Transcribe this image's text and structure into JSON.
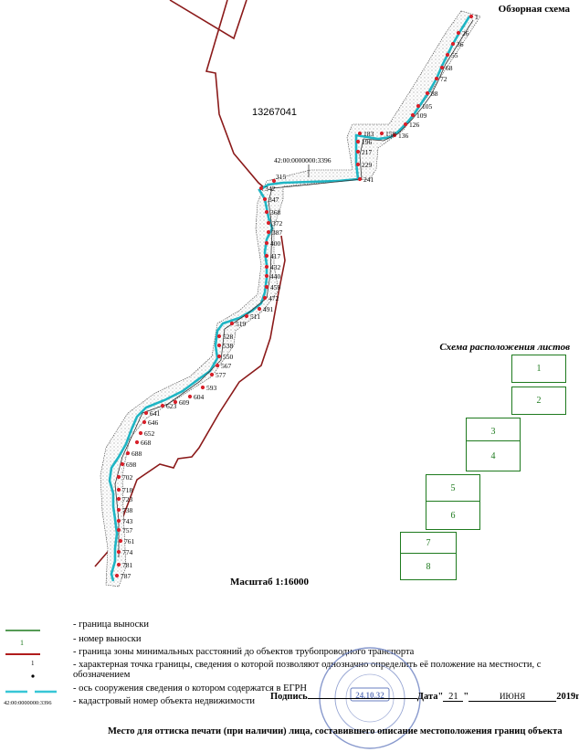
{
  "map_title": "Обзорная схема",
  "parcel_number": "13267041",
  "cadastral_label": "42:00:0000000:3396",
  "scale_label": "Масштаб 1:16000",
  "point_labels": [
    "1",
    "26",
    "36",
    "55",
    "68",
    "72",
    "88",
    "105",
    "109",
    "126",
    "136",
    "158",
    "183",
    "196",
    "217",
    "229",
    "241",
    "315",
    "342",
    "347",
    "368",
    "372",
    "387",
    "400",
    "417",
    "432",
    "440",
    "459",
    "472",
    "491",
    "511",
    "519",
    "528",
    "538",
    "550",
    "567",
    "577",
    "593",
    "604",
    "609",
    "623",
    "641",
    "646",
    "652",
    "668",
    "688",
    "698",
    "702",
    "718",
    "723",
    "738",
    "743",
    "757",
    "761",
    "774",
    "781",
    "787"
  ],
  "sheet_scheme": {
    "title": "Схема расположения листов",
    "sheets": [
      "1",
      "2",
      "3",
      "4",
      "5",
      "6",
      "7",
      "8"
    ]
  },
  "legend": {
    "items": [
      {
        "symbol": "green-line",
        "text": "- граница выноски"
      },
      {
        "symbol": "green-number",
        "symbol_text": "1",
        "text": "- номер выноски"
      },
      {
        "symbol": "red-line",
        "text": "- граница зоны минимальных расстояний до объектов трубопроводного транспорта"
      },
      {
        "symbol": "point",
        "symbol_text": "1",
        "text": "- характерная точка границы, сведения о которой позволяют однозначно определить её положение на местности, с обозначением"
      },
      {
        "symbol": "cyan-dash",
        "text": "- ось сооружения сведения о котором содержатся в ЕГРН"
      },
      {
        "symbol": "cadastral-text",
        "symbol_text": "42:00:0000000:3396",
        "text": "- кадастровый номер объекта недвижимости"
      }
    ]
  },
  "footer": {
    "signature_label": "Подпись",
    "date_label": "Дата",
    "day": "21",
    "month": "ИЮНЯ",
    "year_suffix": "2019г.",
    "stamp_caption": "Место для оттиска печати (при наличии) лица, составившего описание местоположения границ объекта",
    "stamp_date": "24.10.32"
  },
  "colors": {
    "parcel_boundary": "#8b1a1a",
    "pipeline_axis": "#1fb5c4",
    "zone_border": "#222222",
    "point_marker": "#d8202a",
    "callout_green": "#1e7a1e",
    "stamp_blue": "#6a7fc0"
  }
}
